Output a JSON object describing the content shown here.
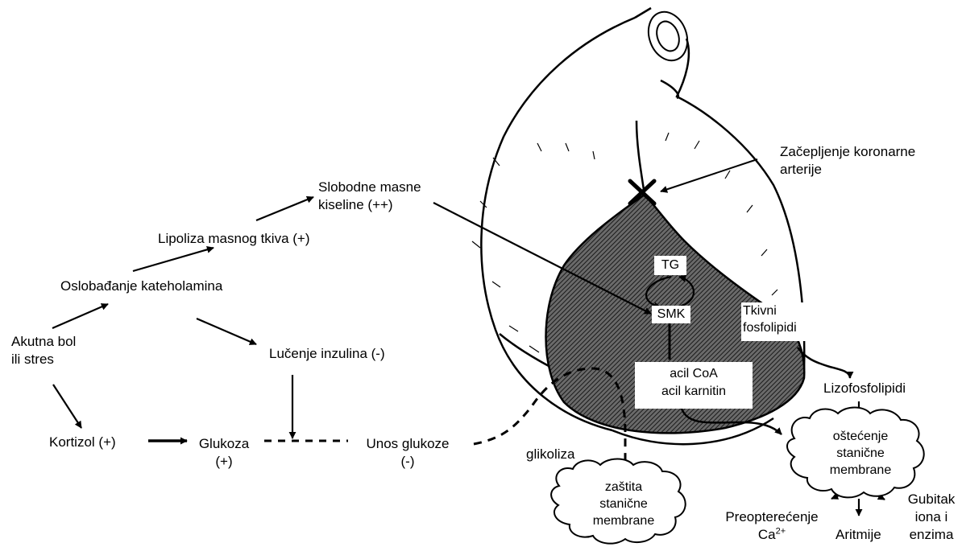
{
  "labels": {
    "akutna_1": "Akutna bol",
    "akutna_2": "ili stres",
    "oslobadjanje": "Oslobađanje kateholamina",
    "lipoliza": "Lipoliza masnog tkiva (+)",
    "smk_free_1": "Slobodne masne",
    "smk_free_2": "kiseline (++)",
    "lucenje": "Lučenje inzulina (-)",
    "kortizol": "Kortizol (+)",
    "glukoza_1": "Glukoza",
    "glukoza_2": "(+)",
    "unos_1": "Unos glukoze",
    "unos_2": "(-)",
    "glikoliza": "glikoliza",
    "zacepljenje_1": "Začepljenje koronarne",
    "zacepljenje_2": "arterije",
    "tg": "TG",
    "smk": "SMK",
    "tkivni_1": "Tkivni",
    "tkivni_2": "fosfolipidi",
    "acil_1": "acil CoA",
    "acil_2": "acil karnitin",
    "lizo": "Lizofosfolipidi",
    "ostecenje_1": "oštećenje",
    "ostecenje_2": "stanične",
    "ostecenje_3": "membrane",
    "zastita_1": "zaštita",
    "zastita_2": "stanične",
    "zastita_3": "membrane",
    "preopterecenje": "Preopterećenje",
    "ca": "Ca",
    "ca_sup": "2+",
    "aritmije": "Aritmije",
    "gubitak_1": "Gubitak",
    "gubitak_2": "iona i",
    "gubitak_3": "enzima"
  },
  "colors": {
    "ink": "#000000",
    "paper": "#ffffff"
  },
  "icons": {
    "occlusion": "x-mark-icon"
  }
}
